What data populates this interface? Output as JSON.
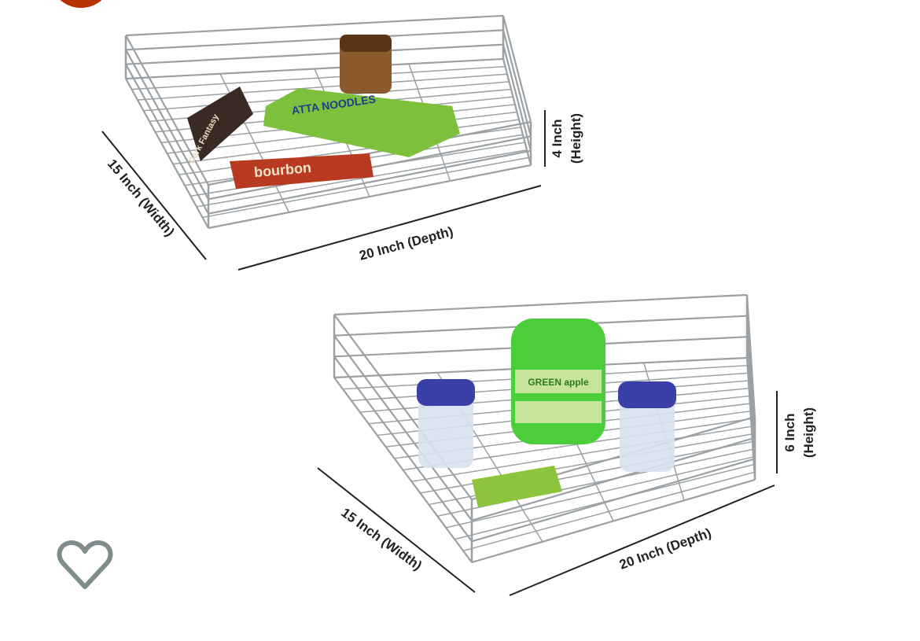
{
  "product_image": {
    "top_basket": {
      "width_label": "15 Inch (Width)",
      "depth_label": "20 Inch (Depth)",
      "height_label_1": "4 Inch",
      "height_label_2": "(Height)",
      "product_lettering": [
        "Dark Fantasy",
        "ATTA NOODLES",
        "bourbon"
      ]
    },
    "bottom_basket": {
      "width_label": "15 Inch (Width)",
      "depth_label": "20 Inch (Depth)",
      "height_label_1": "6 Inch",
      "height_label_2": "(Height)",
      "product_lettering": [
        "GREEN apple"
      ]
    }
  },
  "icons": {
    "wishlist": "heart-outline-icon",
    "badge": "red-circle-badge"
  },
  "colors": {
    "badge": "#b83200",
    "heart": "#7f8c8c",
    "wire": "#9aa0a4"
  }
}
